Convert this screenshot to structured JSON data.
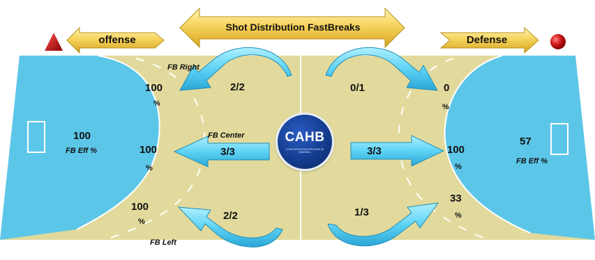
{
  "header": {
    "title": "Shot Distribution FastBreaks",
    "offense_label": "offense",
    "defense_label": "Defense",
    "offense_marker_icon": "triangle-up-icon",
    "defense_marker_icon": "circle-icon"
  },
  "colors": {
    "court": "#e2da9c",
    "goal_area": "#5cc6e8",
    "arrow": "#5fd3f5",
    "banner": "#f6d35c",
    "offense_marker": "#c01010",
    "defense_marker": "#c01010"
  },
  "logo": {
    "text": "CAHB",
    "subtext": "CONFEDERATION AFRICAINE DE HANDBALL"
  },
  "offense": {
    "eff_value": "100",
    "eff_label": "FB Eff %",
    "right": {
      "label": "FB Right",
      "ratio": "2/2",
      "pct": "100",
      "pct_sign": "%"
    },
    "center": {
      "label": "FB Center",
      "ratio": "3/3",
      "pct": "100",
      "pct_sign": "%"
    },
    "left": {
      "label": "FB Left",
      "ratio": "2/2",
      "pct": "100",
      "pct_sign": "%"
    }
  },
  "defense": {
    "eff_value": "57",
    "eff_label": "FB Eff %",
    "top": {
      "ratio": "0/1",
      "pct": "0",
      "pct_sign": "%"
    },
    "middle": {
      "ratio": "3/3",
      "pct": "100",
      "pct_sign": "%"
    },
    "bottom": {
      "ratio": "1/3",
      "pct": "33",
      "pct_sign": "%"
    }
  }
}
